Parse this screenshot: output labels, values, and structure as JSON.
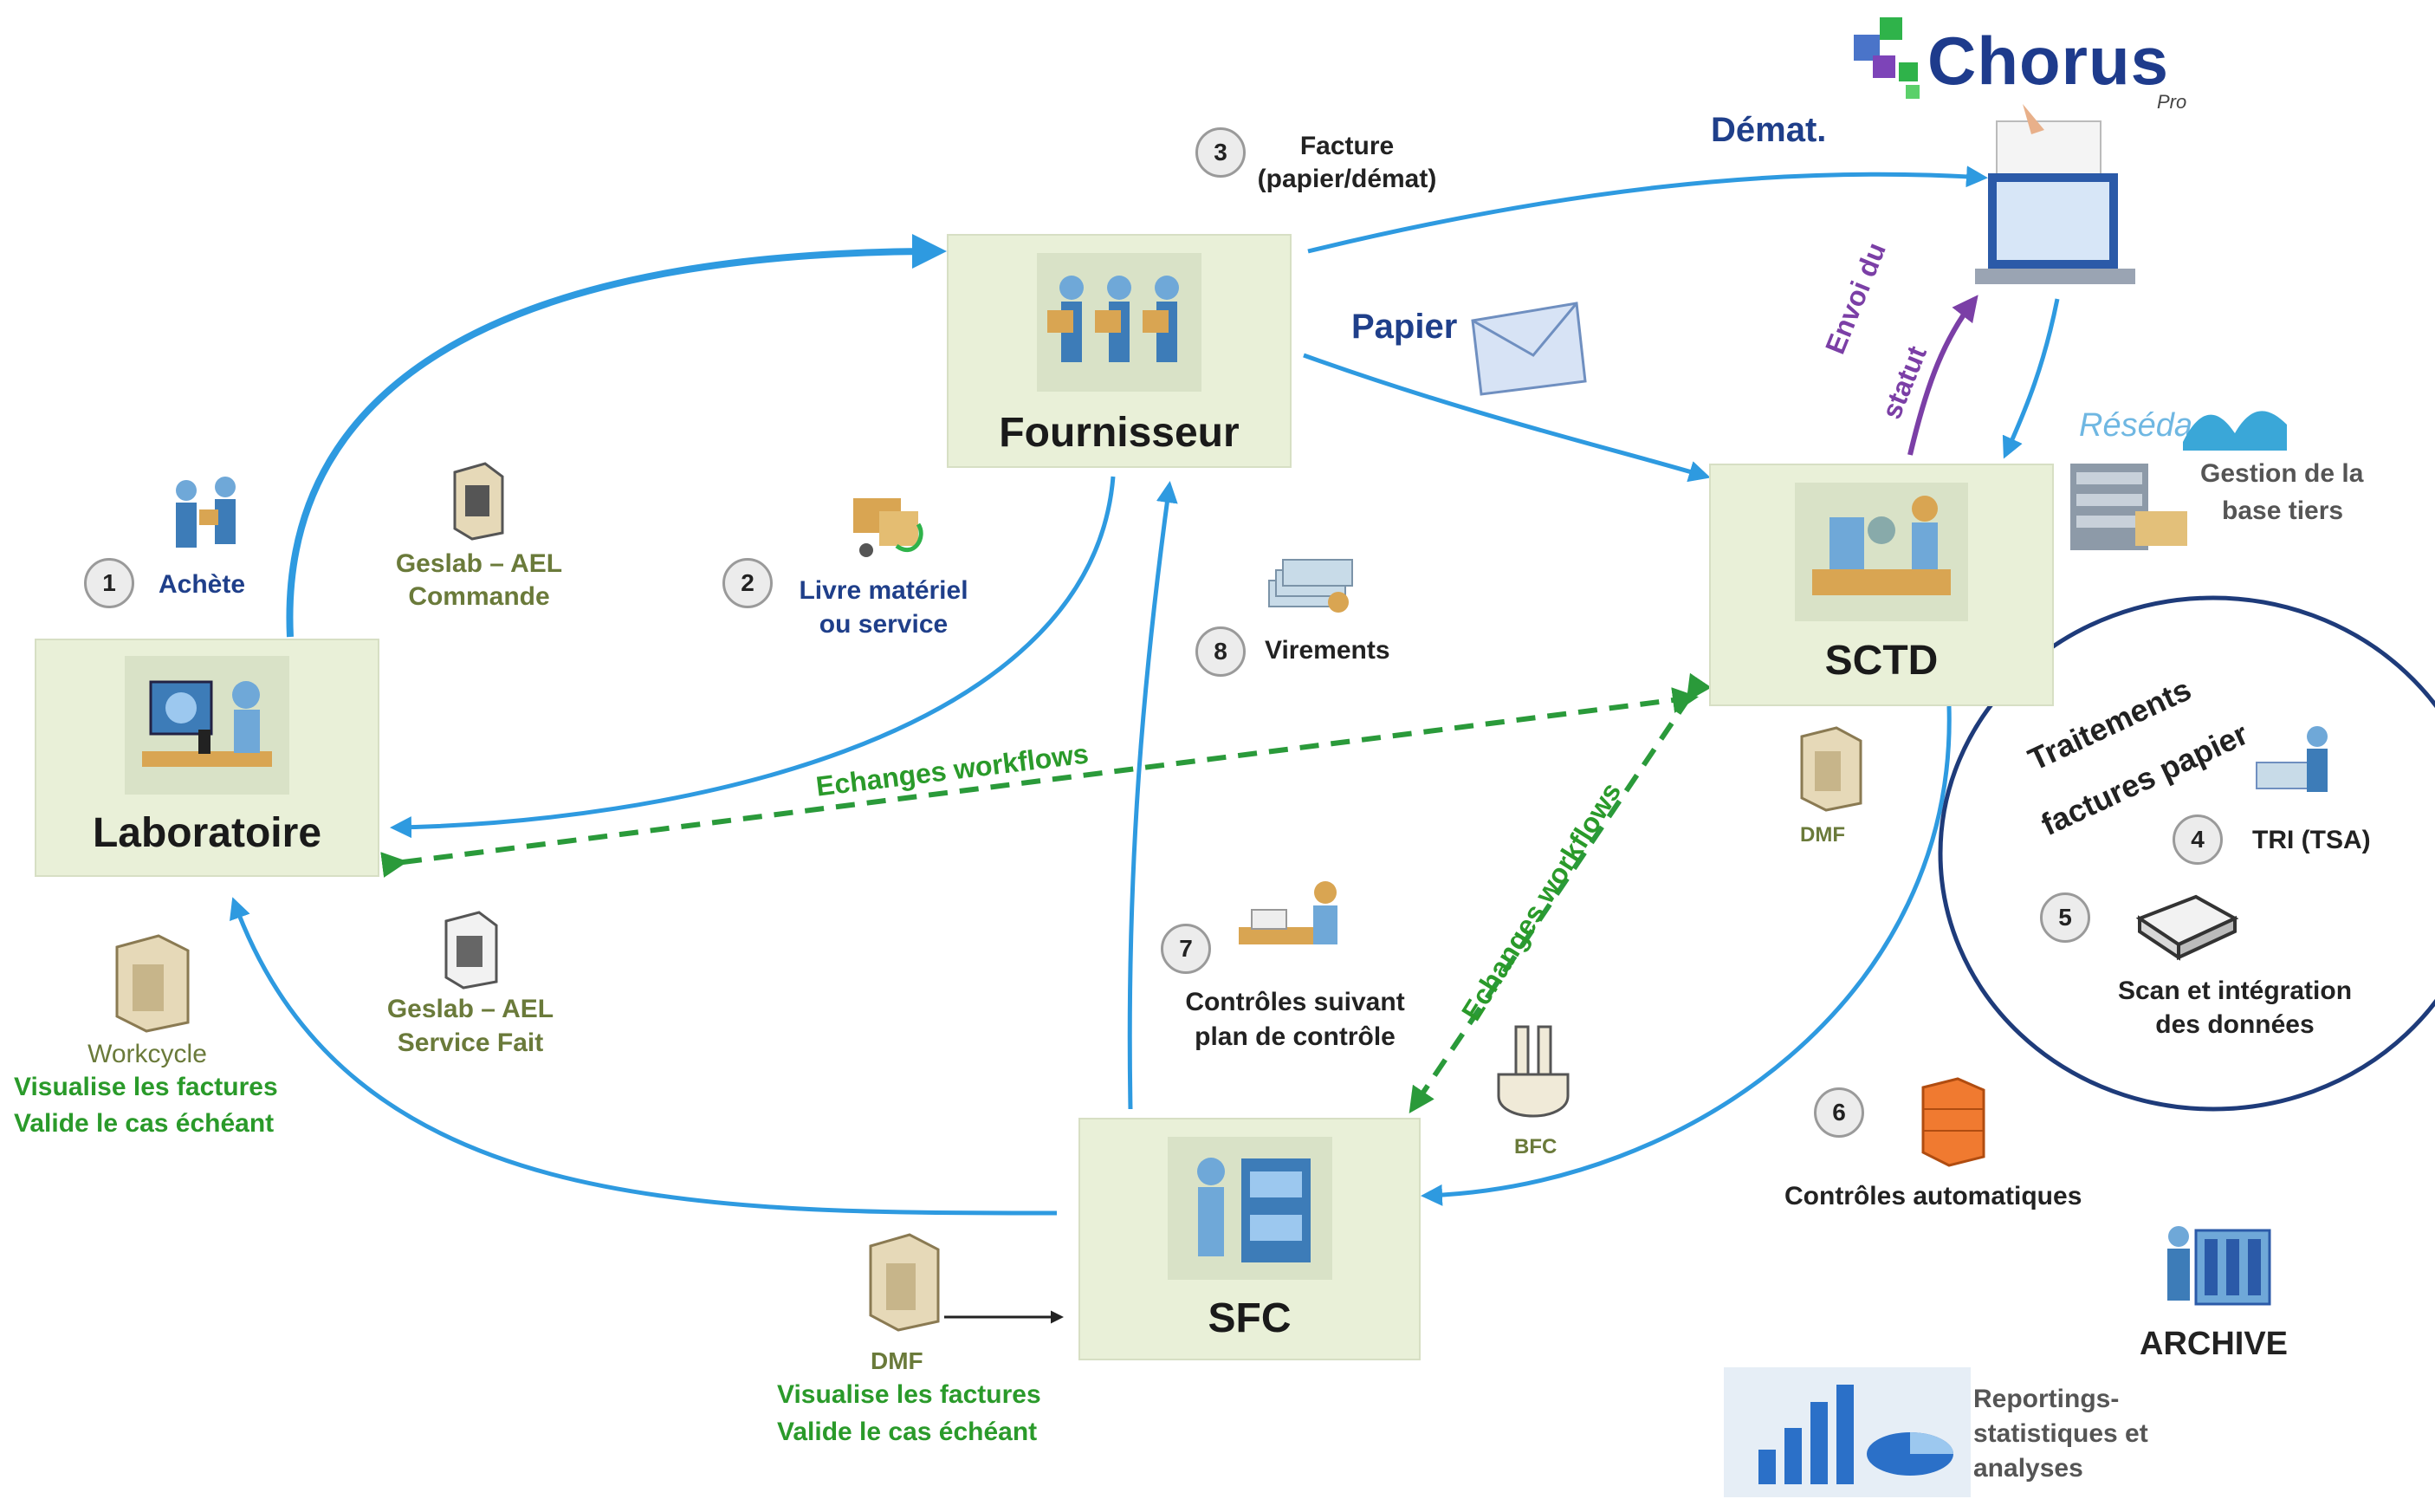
{
  "nodes": {
    "fournisseur": "Fournisseur",
    "laboratoire": "Laboratoire",
    "sctd": "SCTD",
    "sfc": "SFC"
  },
  "steps": {
    "s1": {
      "num": "1",
      "label": "Achète"
    },
    "s2": {
      "num": "2",
      "line1": "Livre matériel",
      "line2": "ou service"
    },
    "s3": {
      "num": "3",
      "line1": "Facture",
      "line2": "(papier/démat)"
    },
    "s4": {
      "num": "4",
      "label": "TRI (TSA)"
    },
    "s5": {
      "num": "5",
      "line1": "Scan et intégration",
      "line2": "des données"
    },
    "s6": {
      "num": "6",
      "label": "Contrôles automatiques"
    },
    "s7": {
      "num": "7",
      "line1": "Contrôles suivant",
      "line2": "plan de contrôle"
    },
    "s8": {
      "num": "8",
      "label": "Virements"
    }
  },
  "labels": {
    "geslab_commande_1": "Geslab – AEL",
    "geslab_commande_2": "Commande",
    "geslab_service_1": "Geslab – AEL",
    "geslab_service_2": "Service Fait",
    "workcycle": "Workcycle",
    "workcycle_v1": "Visualise les factures",
    "workcycle_v2": "Valide le cas échéant",
    "dmf_bottom": "DMF",
    "dmf_v1": "Visualise les factures",
    "dmf_v2": "Valide le cas échéant",
    "dmf_sctd": "DMF",
    "bfc": "BFC",
    "papier": "Papier",
    "demat": "Démat.",
    "envoi_1": "Envoi du",
    "envoi_2": "statut",
    "echanges_1": "Echanges workflows",
    "echanges_2": "Echanges workflows",
    "traitements_1": "Traitements",
    "traitements_2": "factures papier",
    "gestion_1": "Gestion de la",
    "gestion_2": "base tiers",
    "reseda": "Réséda",
    "archive": "ARCHIVE",
    "reporting_1": "Reportings-",
    "reporting_2": "statistiques et",
    "reporting_3": "analyses"
  },
  "chorus": {
    "title": "Chorus",
    "suffix": "Pro"
  },
  "colors": {
    "flow_blue": "#2e9ae0",
    "workflow_green": "#2a9a3a",
    "status_purple": "#7b3fa6",
    "node_fill": "#e9f0d8"
  }
}
